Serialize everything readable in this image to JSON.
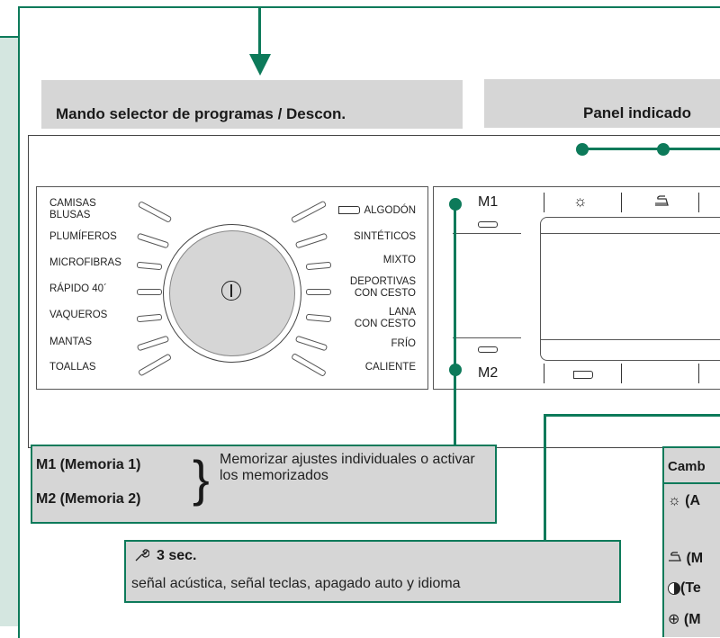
{
  "selector_header": "Mando selector de programas / Descon.",
  "panel_header": "Panel indicado",
  "programs_left": [
    "CAMISAS\nBLUSAS",
    "PLUMÍFEROS",
    "MICROFIBRAS",
    "RÁPIDO 40´",
    "VAQUEROS",
    "MANTAS",
    "TOALLAS"
  ],
  "programs_right": [
    "ALGODÓN",
    "SINTÉTICOS",
    "MIXTO",
    "DEPORTIVAS\nCON CESTO",
    "LANA\nCON CESTO",
    "FRÍO",
    "CALIENTE"
  ],
  "display": {
    "m1": "M1",
    "m2": "M2",
    "top_icons": [
      "sun-icon",
      "iron-icon"
    ],
    "bottom_icons": [
      "rect-icon"
    ]
  },
  "memory_box": {
    "m1_label": "M1 (Memoria 1)",
    "m2_label": "M2 (Memoria 2)",
    "description": "Memorizar ajustes individuales o activar los memorizados"
  },
  "settings_box": {
    "title": "3 sec.",
    "description": "señal acústica, señal teclas, apagado auto y idioma"
  },
  "right_box": {
    "header": "Camb",
    "rows": [
      "(A",
      "(M",
      "(Te",
      "(M"
    ]
  },
  "colors": {
    "accent": "#0d7a5a",
    "box": "#d6d6d6",
    "panel_left": "#d4e6e0"
  }
}
